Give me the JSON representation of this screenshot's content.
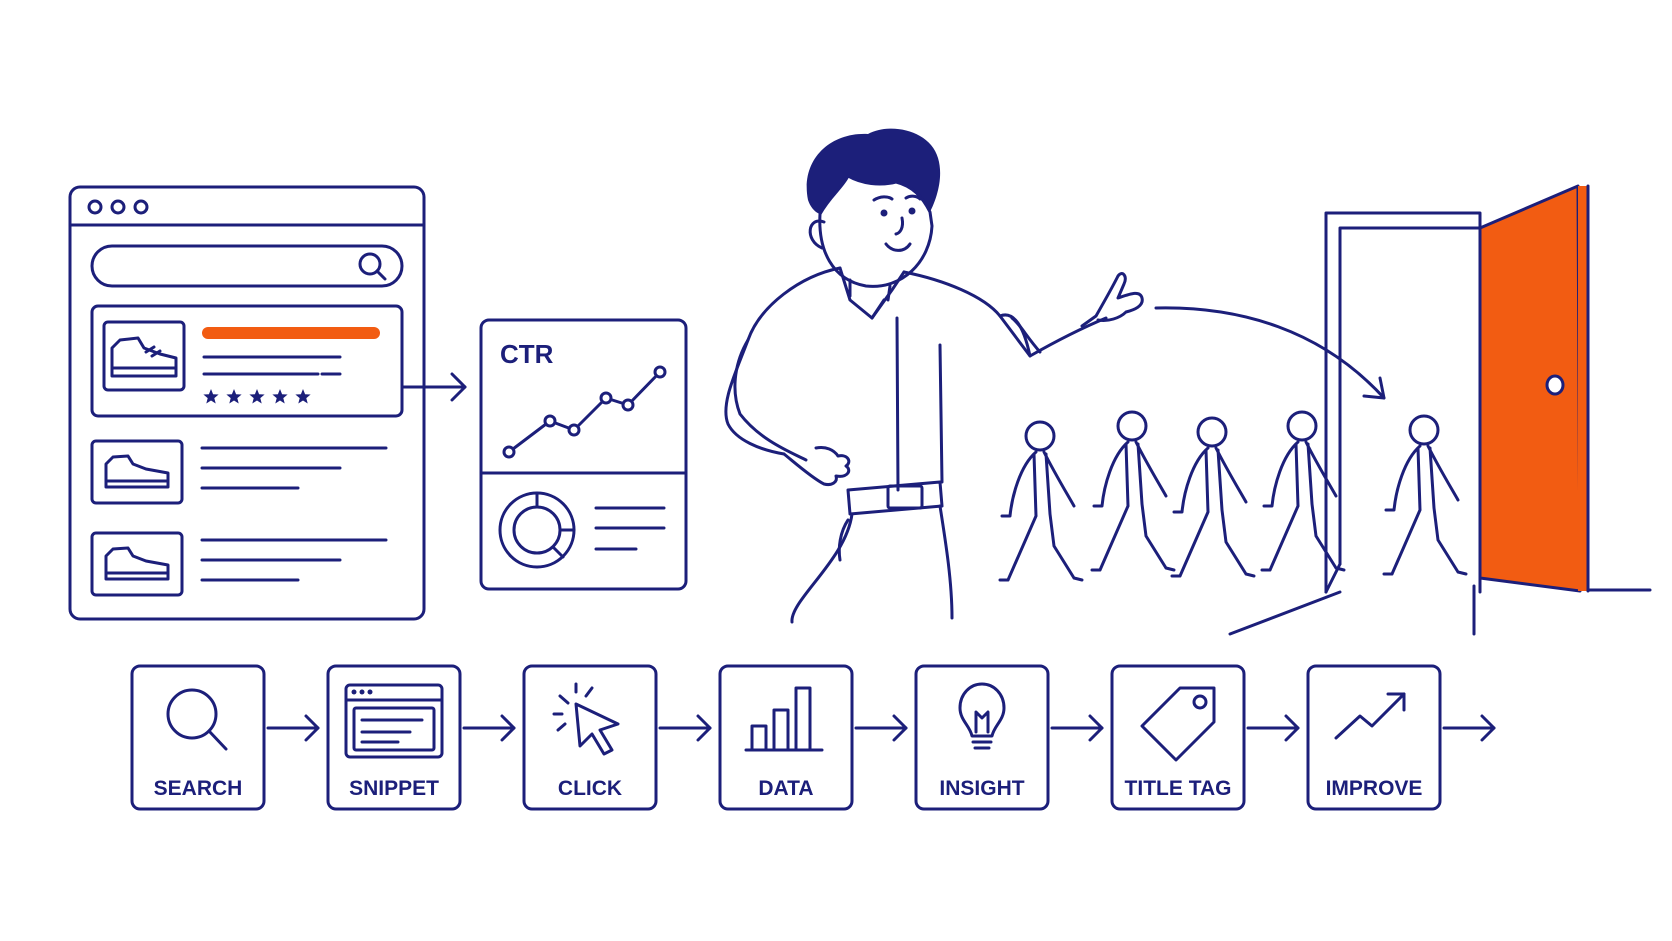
{
  "ctr_card": {
    "label": "CTR"
  },
  "colors": {
    "ink": "#1c1f7a",
    "accent": "#f25c12",
    "background": "#ffffff"
  },
  "steps": [
    {
      "label": "SEARCH",
      "icon": "magnifier-icon"
    },
    {
      "label": "SNIPPET",
      "icon": "browser-snippet-icon"
    },
    {
      "label": "CLICK",
      "icon": "cursor-click-icon"
    },
    {
      "label": "DATA",
      "icon": "bar-chart-icon"
    },
    {
      "label": "INSIGHT",
      "icon": "lightbulb-icon"
    },
    {
      "label": "TITLE TAG",
      "icon": "tag-icon"
    },
    {
      "label": "IMPROVE",
      "icon": "trend-up-icon"
    }
  ],
  "search_results": {
    "featured_rating_stars": 5,
    "result_count": 3
  },
  "walkers_count": 5
}
